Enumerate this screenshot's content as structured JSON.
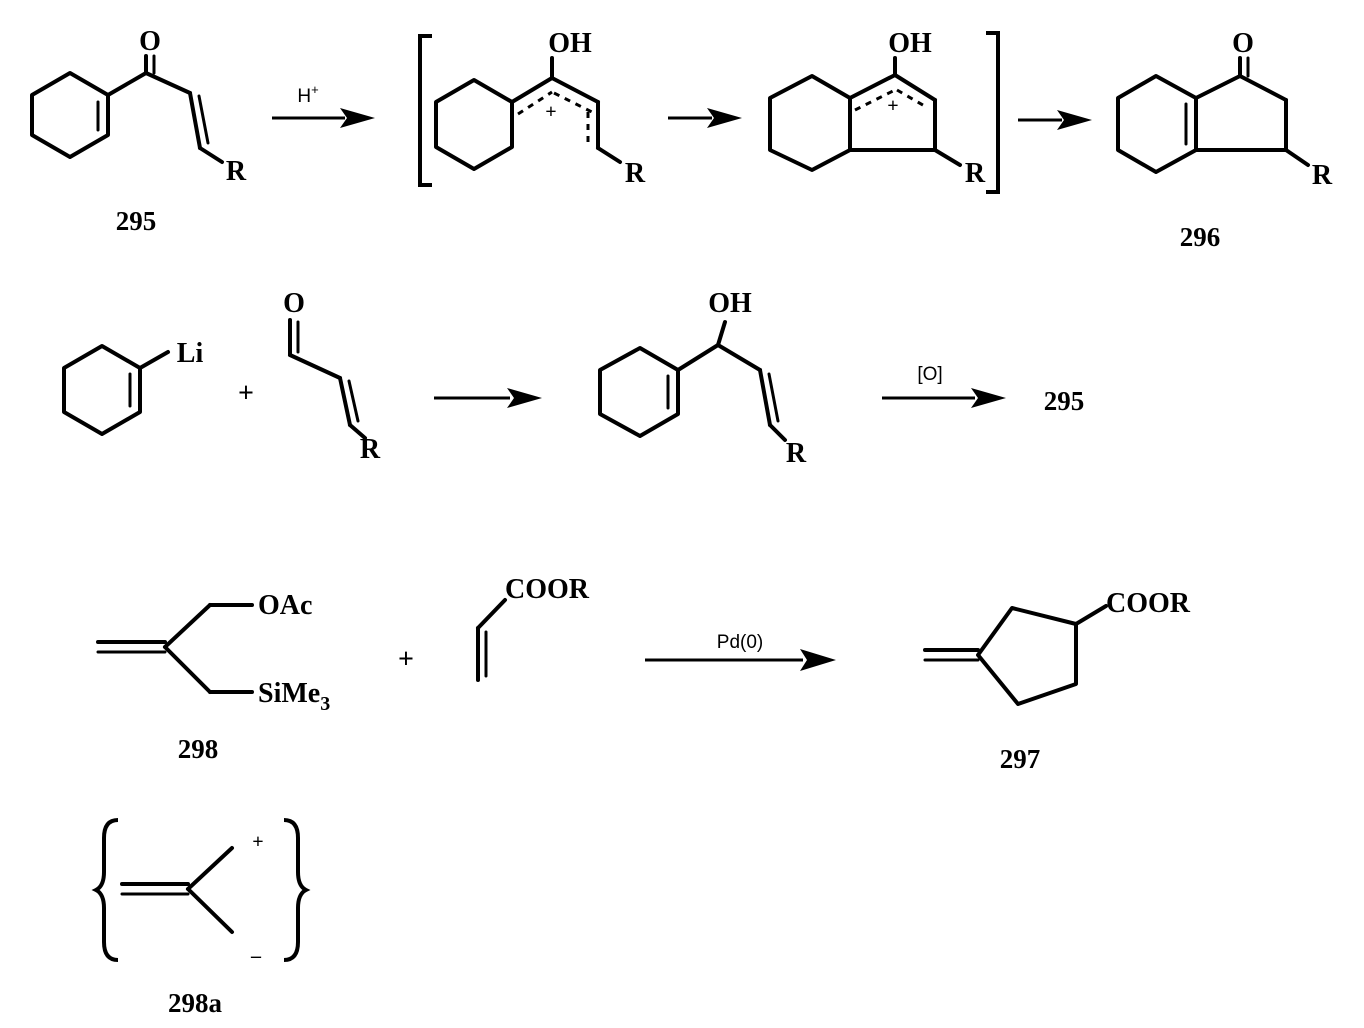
{
  "compounds": {
    "c295": "295",
    "c296": "296",
    "c297": "297",
    "c298": "298",
    "c298a": "298a"
  },
  "atoms": {
    "O": "O",
    "OH": "OH",
    "R": "R",
    "Li": "Li",
    "OAc": "OAc",
    "SiMe": "SiMe",
    "sub3": "3",
    "COOR": "COOR"
  },
  "reagents": {
    "acid": "H",
    "acid_sup": "+",
    "oxidation": "[O]",
    "palladium": "Pd(0)"
  },
  "symbols": {
    "plus": "+",
    "minus": "–",
    "cation": "+"
  }
}
